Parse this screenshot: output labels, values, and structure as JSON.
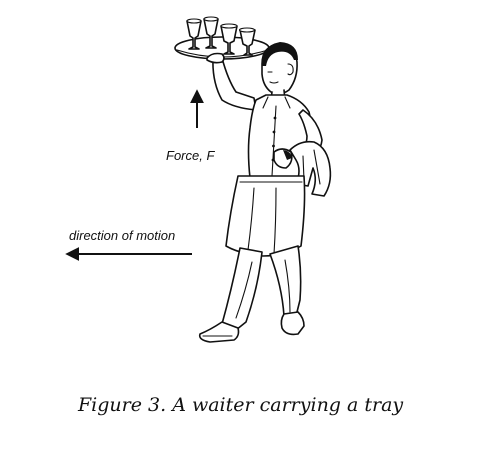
{
  "labels": {
    "force": "Force, F",
    "motion": "direction of motion"
  },
  "caption": "Figure 3. A waiter carrying a tray",
  "colors": {
    "ink": "#111111",
    "background": "#ffffff"
  }
}
